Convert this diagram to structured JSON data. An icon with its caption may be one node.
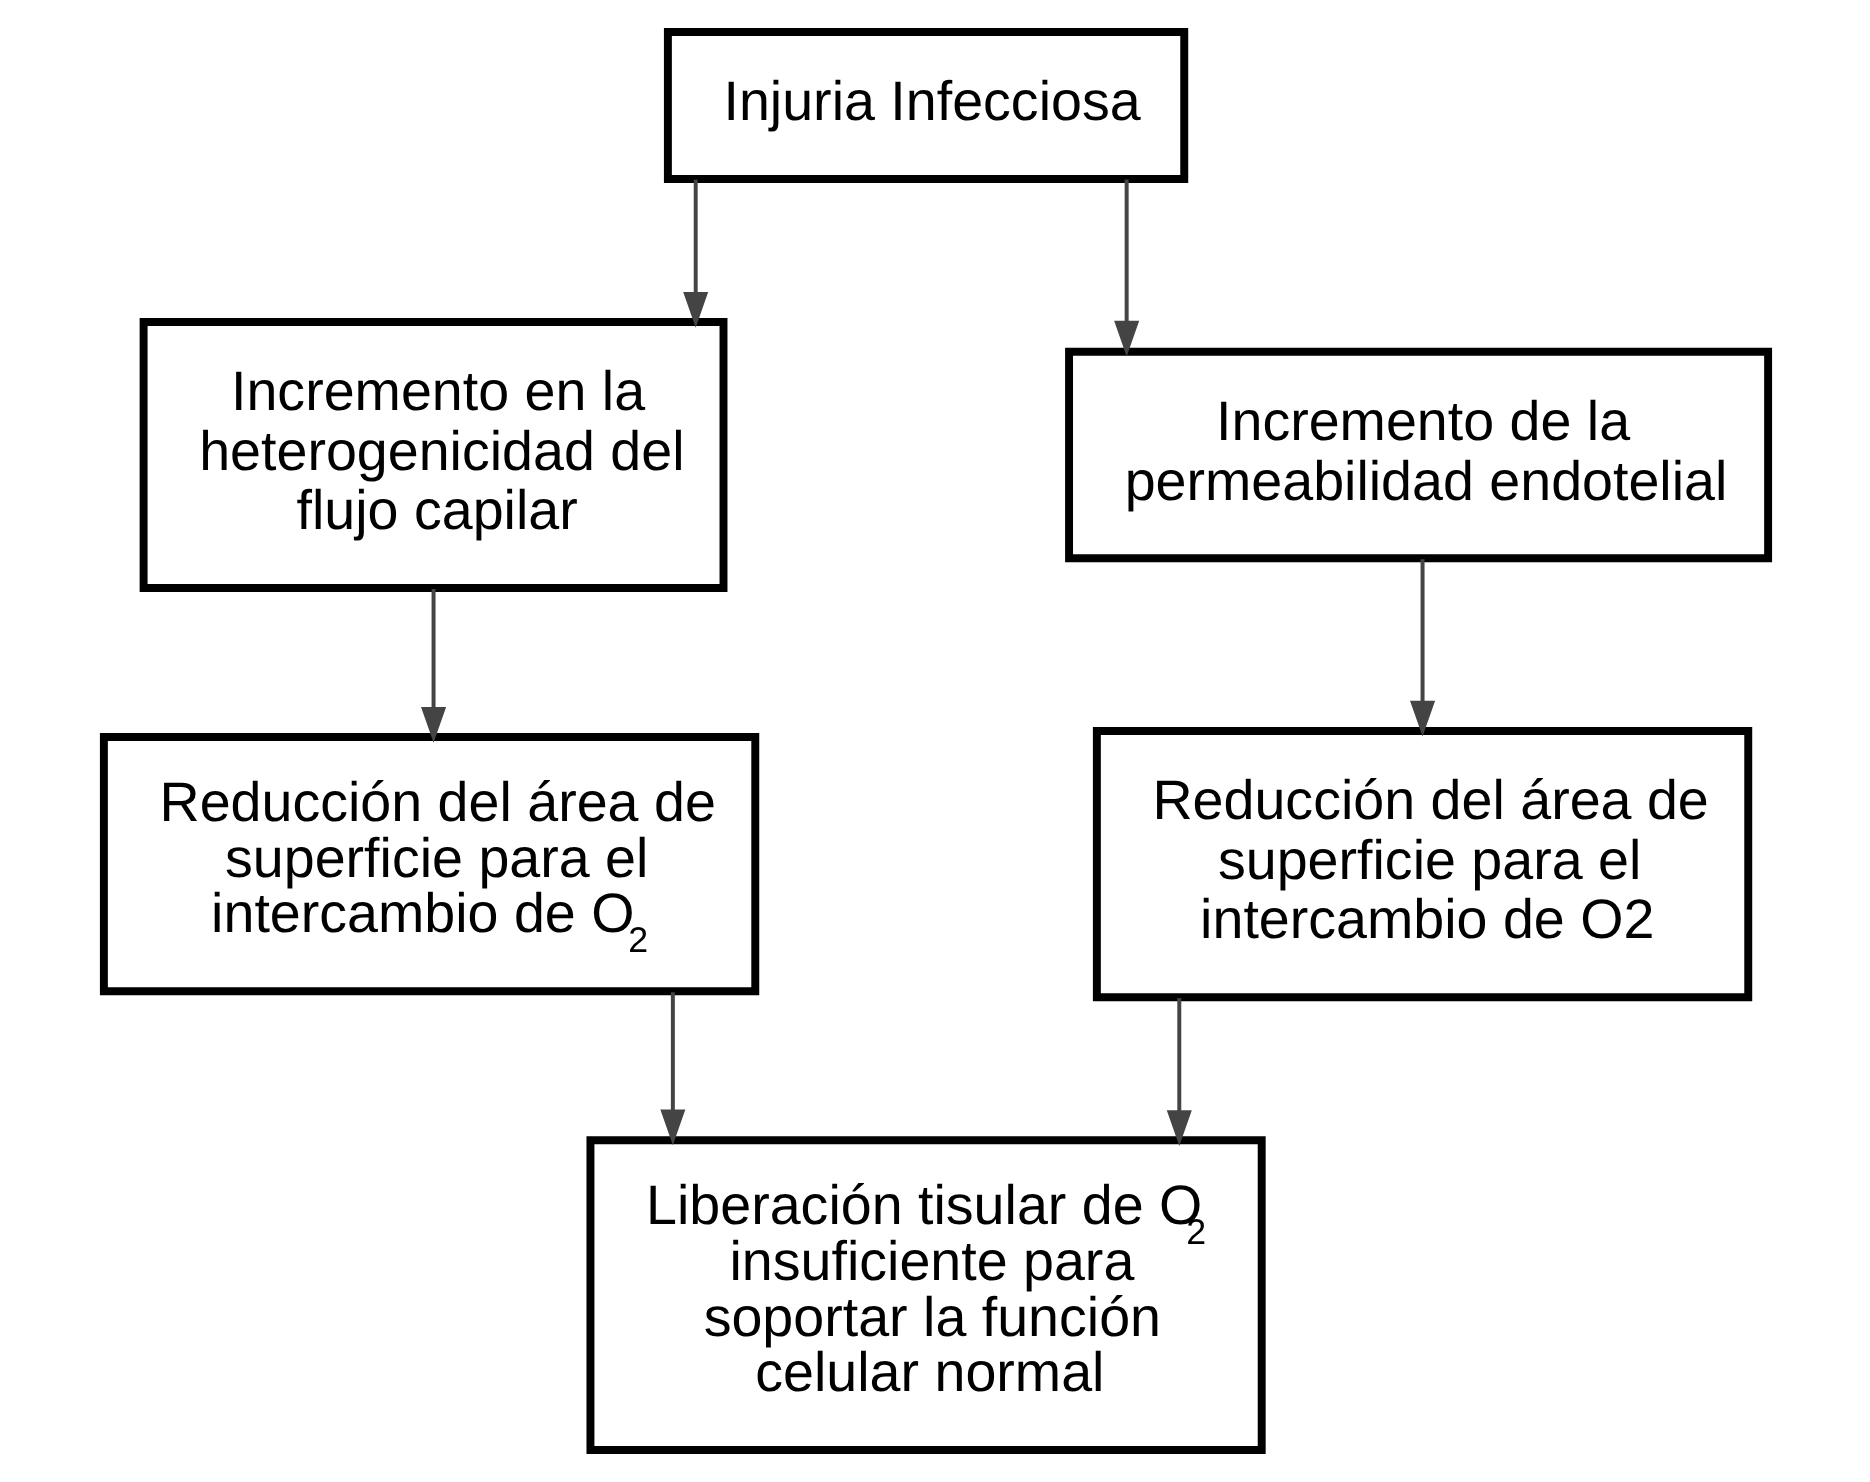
{
  "diagram": {
    "nodes": [
      {
        "text": [
          "Injuria Infecciosa"
        ]
      },
      {
        "text": [
          "Incremento en la heterogenicidad del flujo capilar"
        ]
      },
      {
        "text": [
          "Incremento de la permeabilidad endotelial"
        ]
      },
      {
        "text": [
          "Reducción del área de superficie para el intercambio de O$_{2}$"
        ]
      },
      {
        "text": [
          "Reducción del área de superficie para el intercambio de O2"
        ]
      },
      {
        "text": [
          "Liberación tisular de O$_{2}$ insuficiente para soportar la función celular normal"
        ]
      }
    ],
    "edges": [
      {
        "from": 0,
        "to": 1,
        "arrow": "to"
      },
      {
        "from": 0,
        "to": 2,
        "arrow": "to"
      },
      {
        "from": 1,
        "to": 3,
        "arrow": "to"
      },
      {
        "from": 2,
        "to": 4,
        "arrow": "to"
      },
      {
        "from": 3,
        "to": 5,
        "arrow": "to"
      },
      {
        "from": 4,
        "to": 5,
        "arrow": "to"
      }
    ]
  }
}
